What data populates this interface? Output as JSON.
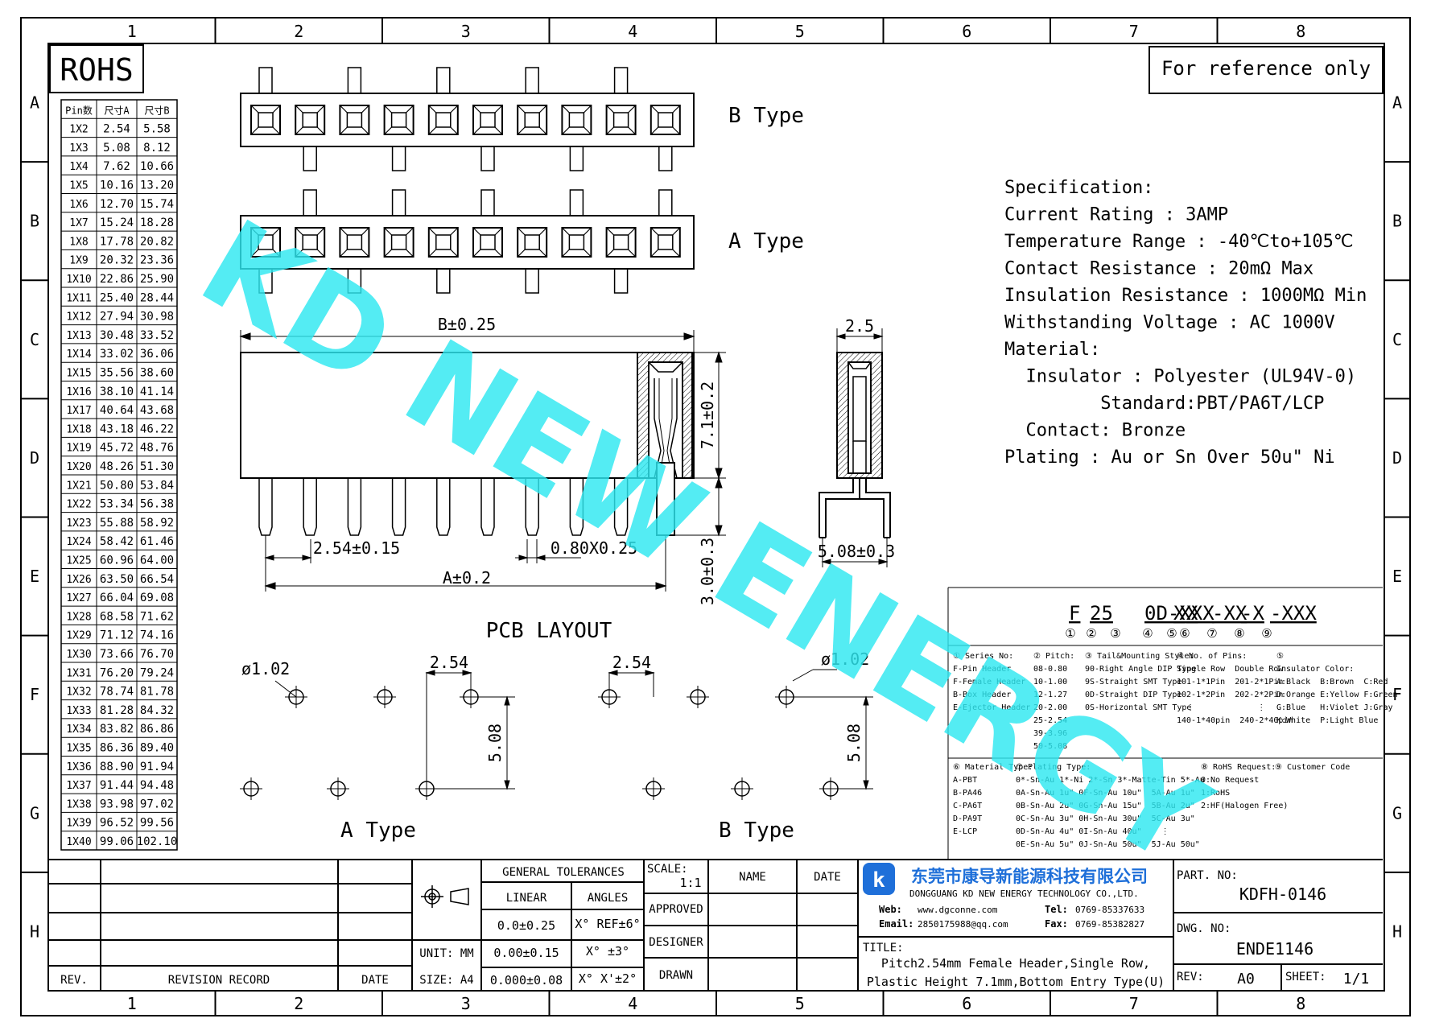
{
  "colors": {
    "ink": "#000000",
    "watermark": "#2EE8F0",
    "logo": "#1E6FD9"
  },
  "frame": {
    "cols": [
      "1",
      "2",
      "3",
      "4",
      "5",
      "6",
      "7",
      "8"
    ],
    "rows": [
      "A",
      "B",
      "C",
      "D",
      "E",
      "F",
      "G",
      "H"
    ]
  },
  "rohs": "ROHS",
  "reference": "For reference only",
  "watermark": "KD NEW ENERGY",
  "pin_table": {
    "headers": [
      "Pin数",
      "尺寸A",
      "尺寸B"
    ],
    "rows": [
      [
        "1X2",
        "2.54",
        "5.58"
      ],
      [
        "1X3",
        "5.08",
        "8.12"
      ],
      [
        "1X4",
        "7.62",
        "10.66"
      ],
      [
        "1X5",
        "10.16",
        "13.20"
      ],
      [
        "1X6",
        "12.70",
        "15.74"
      ],
      [
        "1X7",
        "15.24",
        "18.28"
      ],
      [
        "1X8",
        "17.78",
        "20.82"
      ],
      [
        "1X9",
        "20.32",
        "23.36"
      ],
      [
        "1X10",
        "22.86",
        "25.90"
      ],
      [
        "1X11",
        "25.40",
        "28.44"
      ],
      [
        "1X12",
        "27.94",
        "30.98"
      ],
      [
        "1X13",
        "30.48",
        "33.52"
      ],
      [
        "1X14",
        "33.02",
        "36.06"
      ],
      [
        "1X15",
        "35.56",
        "38.60"
      ],
      [
        "1X16",
        "38.10",
        "41.14"
      ],
      [
        "1X17",
        "40.64",
        "43.68"
      ],
      [
        "1X18",
        "43.18",
        "46.22"
      ],
      [
        "1X19",
        "45.72",
        "48.76"
      ],
      [
        "1X20",
        "48.26",
        "51.30"
      ],
      [
        "1X21",
        "50.80",
        "53.84"
      ],
      [
        "1X22",
        "53.34",
        "56.38"
      ],
      [
        "1X23",
        "55.88",
        "58.92"
      ],
      [
        "1X24",
        "58.42",
        "61.46"
      ],
      [
        "1X25",
        "60.96",
        "64.00"
      ],
      [
        "1X26",
        "63.50",
        "66.54"
      ],
      [
        "1X27",
        "66.04",
        "69.08"
      ],
      [
        "1X28",
        "68.58",
        "71.62"
      ],
      [
        "1X29",
        "71.12",
        "74.16"
      ],
      [
        "1X30",
        "73.66",
        "76.70"
      ],
      [
        "1X31",
        "76.20",
        "79.24"
      ],
      [
        "1X32",
        "78.74",
        "81.78"
      ],
      [
        "1X33",
        "81.28",
        "84.32"
      ],
      [
        "1X34",
        "83.82",
        "86.86"
      ],
      [
        "1X35",
        "86.36",
        "89.40"
      ],
      [
        "1X36",
        "88.90",
        "91.94"
      ],
      [
        "1X37",
        "91.44",
        "94.48"
      ],
      [
        "1X38",
        "93.98",
        "97.02"
      ],
      [
        "1X39",
        "96.52",
        "99.56"
      ],
      [
        "1X40",
        "99.06",
        "102.10"
      ]
    ]
  },
  "labels": {
    "b_type_top": "B Type",
    "a_type_top": "A Type",
    "pcb_layout": "PCB LAYOUT",
    "a_type_bottom": "A Type",
    "b_type_bottom": "B Type"
  },
  "dims": {
    "b_len": "B±0.25",
    "a_len": "A±0.2",
    "pitch": "2.54±0.15",
    "pin_size": "0.80X0.25",
    "height": "7.1±0.2",
    "tail": "3.0±0.3",
    "width": "2.5",
    "side_tail": "5.08±0.3",
    "hole_a": "ø1.02",
    "hole_b": "ø1.02",
    "pcb_pitch_a": "2.54",
    "pcb_pitch_b": "2.54",
    "pcb_row_a": "5.08",
    "pcb_row_b": "5.08"
  },
  "spec": [
    "Specification:",
    "Current Rating : 3AMP",
    "Temperature Range : -40℃to+105℃",
    "Contact Resistance : 20mΩ Max",
    "Insulation Resistance : 1000MΩ Min",
    "Withstanding Voltage : AC 1000V",
    "Material:",
    "  Insulator : Polyester (UL94V-0)",
    "         Standard:PBT/PA6T/LCP",
    "  Contact: Bronze",
    "Plating : Au or Sn Over 50u\" Ni"
  ],
  "part_code": {
    "segments": [
      "F",
      "25",
      "0D-XXX",
      "X",
      "X",
      "-XX",
      "-X",
      "-XXX"
    ],
    "numbers": [
      "①",
      "②",
      "③",
      "④",
      "⑤",
      "⑥",
      "⑦",
      "⑧",
      "⑨"
    ]
  },
  "code_legend": {
    "series": [
      "① Series No:",
      "F-Pin Header",
      "F-Female Header",
      "B-Box Header",
      "E-Ejector Header"
    ],
    "pitch": [
      "② Pitch:",
      "08-0.80",
      "10-1.00",
      "12-1.27",
      "20-2.00",
      "25-2.54",
      "39-3.96",
      "50-5.08"
    ],
    "tail": [
      "③ Tail&Mounting Style:",
      "90-Right Angle DIP Type",
      "9S-Straight SMT Type",
      "0D-Straight DIP Type",
      "0S-Horizontal SMT Type"
    ],
    "pins": [
      "④ No. of Pins:",
      "Single Row  Double Row",
      "101-1*1Pin  201-2*1Pin",
      "102-1*2Pin  202-2*2Pin",
      "  ⋮             ⋮",
      "140-1*40pin  240-2*40pin"
    ],
    "color": [
      "⑤",
      "Insulator Color:",
      "A:Black  B:Brown  C:Red",
      "D:Orange E:Yellow F:Green",
      "G:Blue   H:Violet J:Gray",
      "K:White  P:Light Blue"
    ],
    "material": [
      "⑥ Material Type:",
      "A-PBT",
      "B-PA46",
      "C-PA6T",
      "D-PA9T",
      "E-LCP"
    ],
    "plating": [
      "⑦ Plating Type:",
      "0*-Sn-Au 1*-Ni 2*-Sn 3*-Matte-Tin 5*-Au",
      "0A-Sn-Au 1u\" 0F-Sn-Au 10u\"  5A-Au 1u\"",
      "0B-Sn-Au 2u\" 0G-Sn-Au 15u\"  5B-Au 2u\"",
      "0C-Sn-Au 3u\" 0H-Sn-Au 30u\"  5C-Au 3u\"",
      "0D-Sn-Au 4u\" 0I-Sn-Au 40u\"    ⋮",
      "0E-Sn-Au 5u\" 0J-Sn-Au 50u\"  5J-Au 50u\""
    ],
    "rohs": [
      "⑧ RoHS Request:",
      "0:No Request",
      "1:RoHS",
      "2:HF(Halogen Free)"
    ],
    "customer": [
      "⑨ Customer Code"
    ]
  },
  "title_block": {
    "rev": "REV.",
    "revision_record": "REVISION RECORD",
    "date": "DATE",
    "general_tolerances": "GENERAL TOLERANCES",
    "linear": "LINEAR",
    "angles": "ANGLES",
    "tol1_lin": "0.0±0.25",
    "tol1_ang": "X°  REF±6°",
    "tol2_lin": "0.00±0.15",
    "tol2_ang": "X°  ±3°",
    "tol3_lin": "0.000±0.08",
    "tol3_ang": "X° X'±2°",
    "unit": "UNIT:  MM",
    "size": "SIZE:  A4",
    "scale": "SCALE:",
    "scale_val": "1:1",
    "approved": "APPROVED",
    "designer": "DESIGNER",
    "drawn": "DRAWN",
    "name": "NAME",
    "date2": "DATE",
    "company_cn": "东莞市康导新能源科技有限公司",
    "company_en": "DONGGUANG KD NEW ENERGY TECHNOLOGY CO.,LTD.",
    "web_label": "Web:",
    "web": "www.dgconne.com",
    "tel_label": "Tel:",
    "tel": "0769-85337633",
    "email_label": "Email:",
    "email": "2850175988@qq.com",
    "fax_label": "Fax:",
    "fax": "0769-85382827",
    "title_label": "TITLE:",
    "title_line1": "Pitch2.54mm Female Header,Single Row,",
    "title_line2": "Plastic Height 7.1mm,Bottom Entry Type(U)",
    "part_no_label": "PART. NO:",
    "part_no": "KDFH-0146",
    "dwg_no_label": "DWG. NO:",
    "dwg_no": "ENDE1146",
    "rev_label": "REV:",
    "rev_val": "A0",
    "sheet_label": "SHEET:",
    "sheet_val": "1/1"
  }
}
